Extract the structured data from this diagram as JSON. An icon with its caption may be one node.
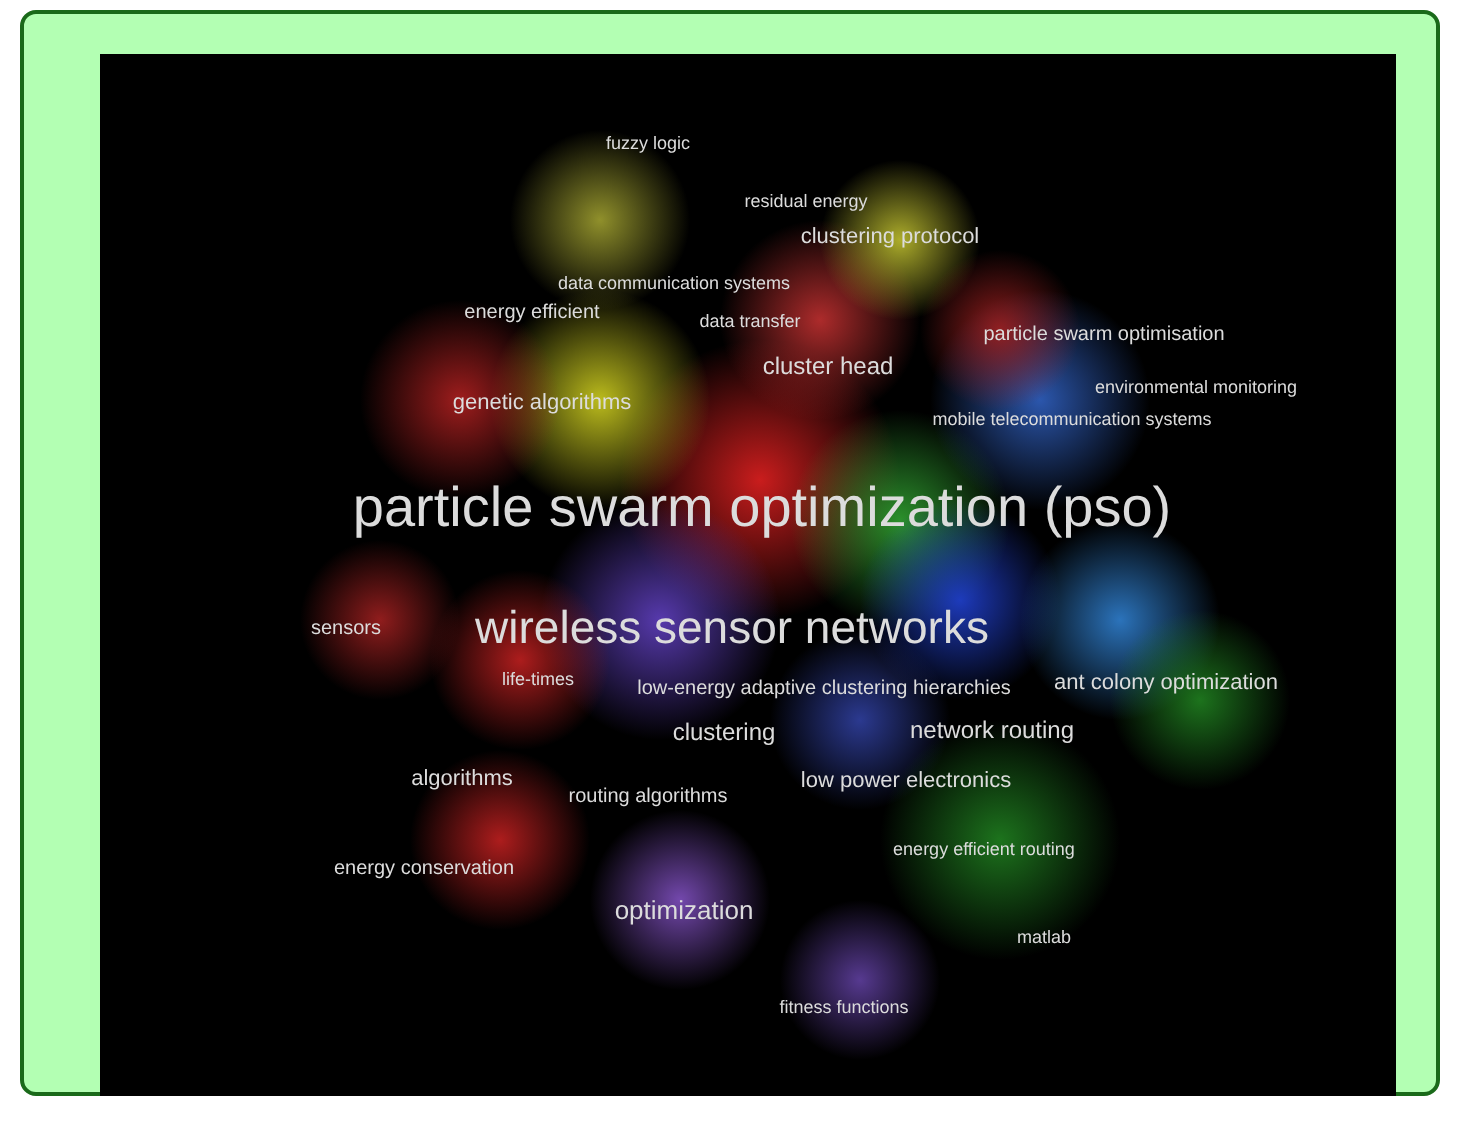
{
  "diagram": {
    "labels": [
      "fuzzy logic",
      "residual energy",
      "clustering protocol",
      "data communication systems",
      "energy efficient",
      "data transfer",
      "particle swarm optimisation",
      "cluster head",
      "environmental monitoring",
      "genetic algorithms",
      "mobile telecommunication systems",
      "particle swarm optimization (pso)",
      "sensors",
      "wireless sensor networks",
      "life-times",
      "low-energy adaptive clustering hierarchies",
      "ant colony optimization",
      "clustering",
      "network routing",
      "algorithms",
      "low power electronics",
      "routing algorithms",
      "energy efficient routing",
      "energy conservation",
      "optimization",
      "matlab",
      "fitness functions"
    ]
  }
}
